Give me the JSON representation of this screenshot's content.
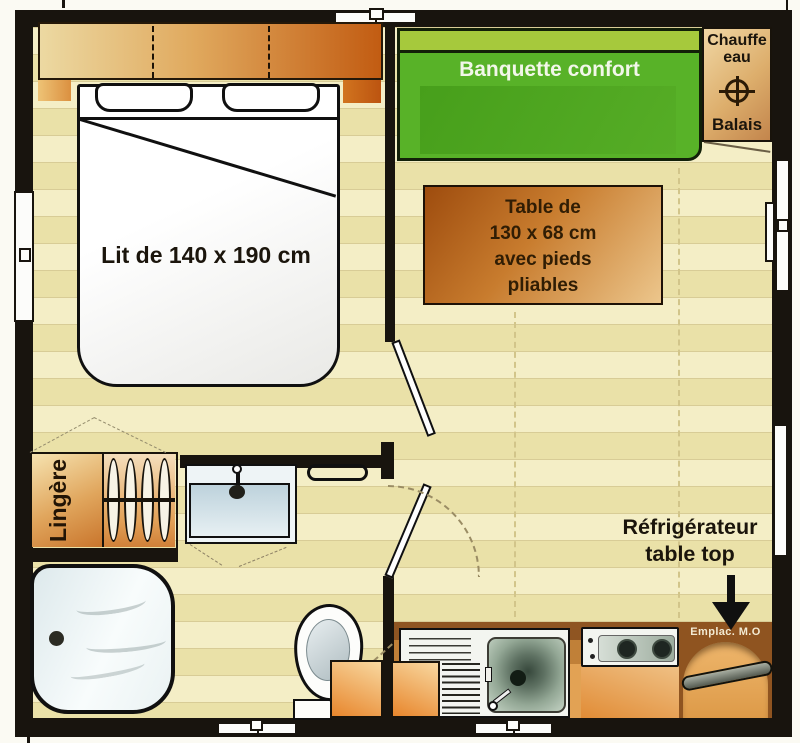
{
  "plan": {
    "bedroom": {
      "bed_label": "Lit de 140 x 190 cm"
    },
    "living_room": {
      "banquette_label": "Banquette confort",
      "table_label_lines": [
        "Table de",
        "130 x 68 cm",
        "avec pieds",
        "pliables"
      ]
    },
    "utility_closet": {
      "water_heater_line1": "Chauffe",
      "water_heater_line2": "eau",
      "broom_label": "Balais"
    },
    "bathroom": {
      "linen_closet_label": "Lingère"
    },
    "kitchen": {
      "fridge_note_line1": "Réfrigérateur",
      "fridge_note_line2": "table top",
      "microwave_spot_label": "Emplac. M.O"
    },
    "colors": {
      "banquette_green": "#58b228",
      "table_brown": "#b06018",
      "closet_orange": "#d98e42",
      "counter_brown": "#8f5522",
      "wall_black": "#18140e",
      "floor_cream": "#f4eec6"
    }
  }
}
